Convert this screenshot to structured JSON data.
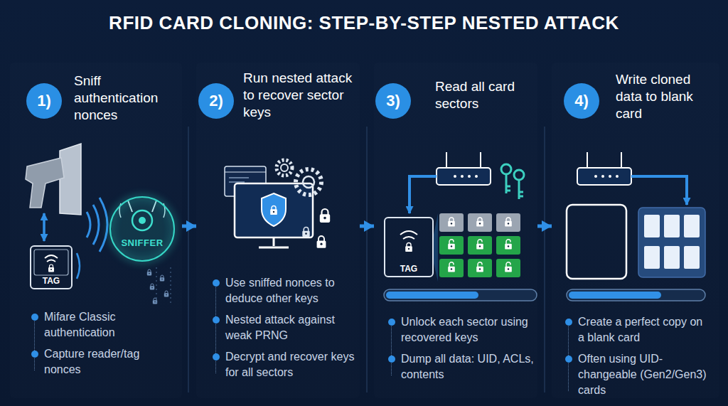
{
  "diagram": {
    "title": "RFID CARD CLONING: STEP-BY-STEP NESTED ATTACK",
    "nodes": [
      {
        "text": [
          "Sniff authentication nonces",
          "Mifare Classic authentication",
          "Capture reader/tag nonces"
        ]
      },
      {
        "text": [
          "1)"
        ],
        "in": 0
      },
      {
        "text": [
          "TAG"
        ],
        "in": 0
      },
      {
        "text": [
          "SNIFFER"
        ],
        "in": 0
      },
      {
        "text": [
          "Run nested attack to recover sector keys",
          "Use sniffed nonces to deduce other keys",
          "Nested attack against weak PRNG",
          "Decrypt and recover keys for all sectors"
        ]
      },
      {
        "text": [
          "2)"
        ],
        "in": 4
      },
      {
        "text": [
          "Read all card sectors",
          "Unlock each sector using recovered keys",
          "Dump all data: UID, ACLs, contents"
        ]
      },
      {
        "text": [
          "3)"
        ],
        "in": 6
      },
      {
        "text": [
          "TAG"
        ],
        "in": 6
      },
      {
        "text": [
          "Write cloned data to blank card",
          "Create a perfect copy on a blank card",
          "Often using UID-changeable (Gen2/Gen3) cards"
        ]
      },
      {
        "text": [
          "4)"
        ],
        "in": 9
      }
    ],
    "edges": [
      {
        "from": 0,
        "to": 4,
        "arrow": "to"
      },
      {
        "from": 4,
        "to": 6,
        "arrow": "to"
      },
      {
        "from": 6,
        "to": 9,
        "arrow": "to"
      }
    ]
  }
}
